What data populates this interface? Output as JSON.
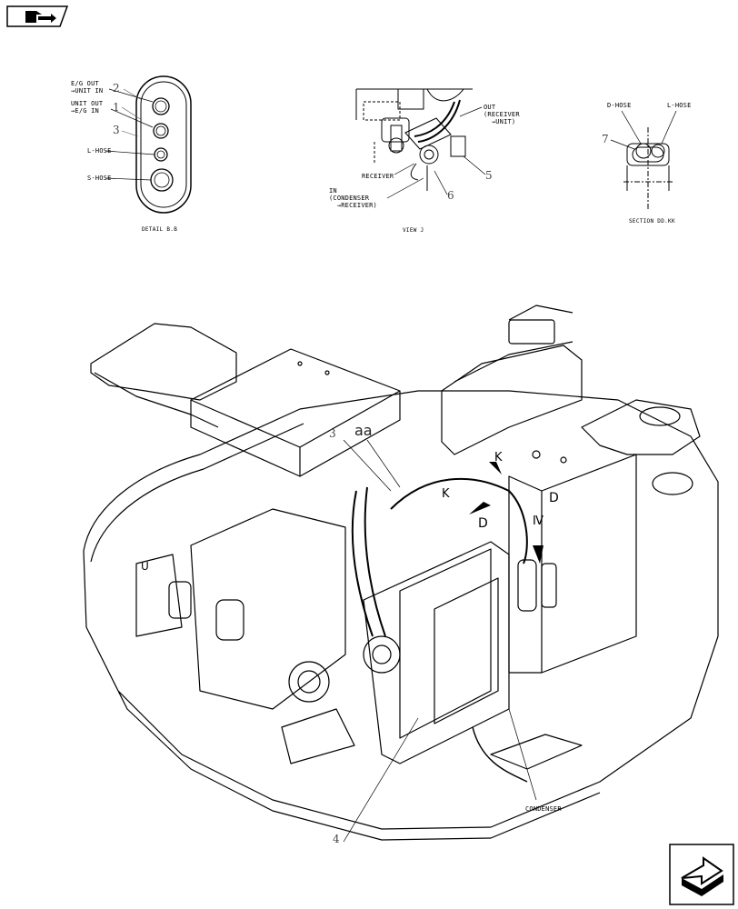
{
  "nav": {
    "prev_icon": "book-arrow-icon",
    "next_icon": "3d-arrow-icon"
  },
  "detail_bb": {
    "caption": "DETAIL B.B",
    "eg_out": "E/G OUT\n→UNIT IN",
    "unit_out": "UNIT OUT\n→E/G IN",
    "l_hose": "L-HOSE",
    "s_hose": "S-HOSE",
    "callouts": [
      "2",
      "1",
      "3"
    ]
  },
  "view_j": {
    "caption": "VIEW J",
    "out_label": "OUT\n(RECEIVER\n  →UNIT)",
    "receiver": "RECEIVER",
    "in_label": "IN\n(CONDENSER\n  →RECEIVER)",
    "callouts": [
      "5",
      "6"
    ]
  },
  "section_kk": {
    "caption": "SECTION DD.KK",
    "d_hose": "D-HOSE",
    "l_hose": "L-HOSE",
    "callout": "7"
  },
  "main": {
    "callout_aa": "aa",
    "callout_3": "3",
    "callout_4": "4",
    "condenser": "CONDENSER",
    "marker_d1": "D",
    "marker_d2": "D",
    "marker_k1": "K",
    "marker_k2": "K",
    "marker_iv": "Ⅳ",
    "marker_u": "U"
  }
}
